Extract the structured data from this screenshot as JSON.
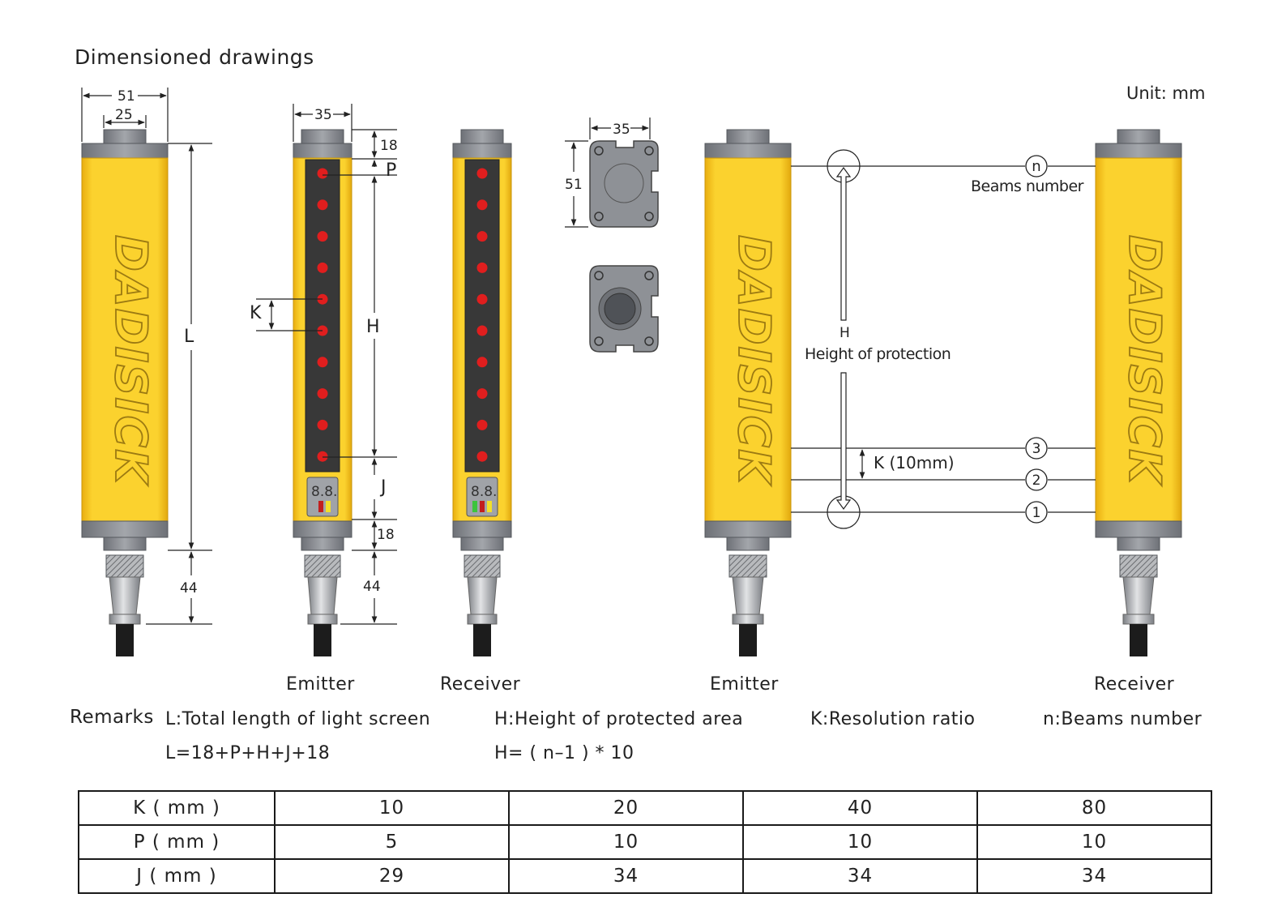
{
  "title": "Dimensioned drawings",
  "unit": "Unit: mm",
  "brand": "DADISICK",
  "captions": {
    "emitter_left": "Emitter",
    "receiver_left": "Receiver",
    "emitter_right": "Emitter",
    "receiver_right": "Receiver"
  },
  "dimensions": {
    "width_51": "51",
    "width_25": "25",
    "width_35": "35",
    "end_18_top": "18",
    "end_18_bottom": "18",
    "connector_44_left": "44",
    "connector_44_mid": "44",
    "profile_35": "35",
    "profile_51": "51",
    "L": "L",
    "P": "P",
    "K": "K",
    "H": "H",
    "J": "J"
  },
  "diagram_labels": {
    "beam_n": "n",
    "beams_number": "Beams number",
    "H": "H",
    "height_of_protection": "Height of protection",
    "k_10mm": "K (10mm)",
    "beam_3": "3",
    "beam_2": "2",
    "beam_1": "1"
  },
  "remarks": {
    "heading": "Remarks",
    "L_def": "L:Total length of light screen",
    "H_def": "H:Height of protected area",
    "K_def": "K:Resolution ratio",
    "n_def": "n:Beams number",
    "L_formula": "L=18+P+H+J+18",
    "H_formula": "H= ( n–1 ) * 10"
  },
  "table": {
    "rows": [
      {
        "label": "K ( mm )",
        "values": [
          "10",
          "20",
          "40",
          "80"
        ]
      },
      {
        "label": "P ( mm )",
        "values": [
          "5",
          "10",
          "10",
          "10"
        ]
      },
      {
        "label": "J ( mm )",
        "values": [
          "29",
          "34",
          "34",
          "34"
        ]
      }
    ]
  },
  "colors": {
    "housing_yellow": "#F7C51E",
    "housing_edge": "#D9A20C",
    "cap_grey": "#8A8D92",
    "window_dark": "#3A3A3A",
    "led_red": "#E01E1E",
    "indicator_green": "#3CC43C",
    "indicator_yellow": "#F2E02A"
  }
}
